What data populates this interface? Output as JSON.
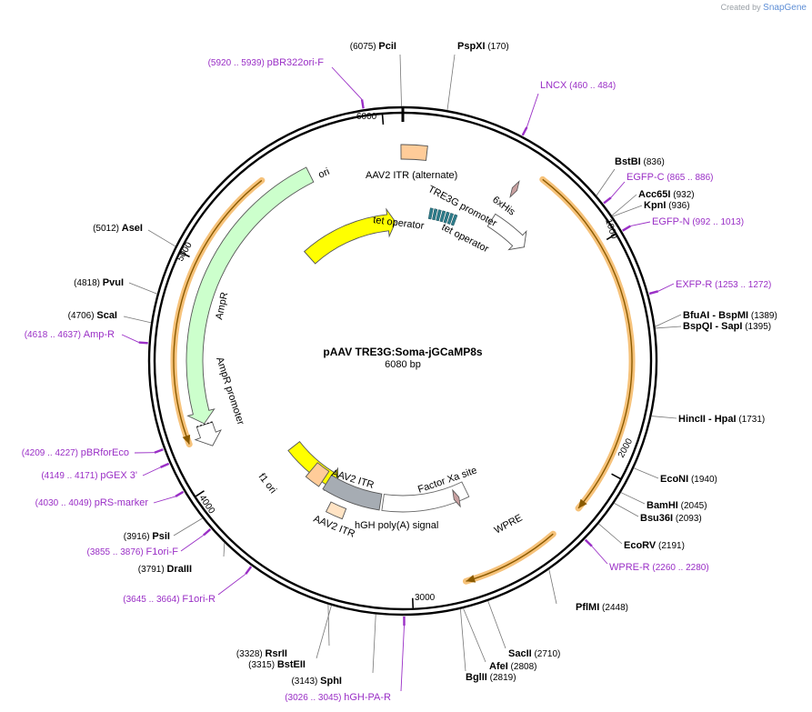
{
  "watermark": {
    "prefix": "Created by",
    "brand": "SnapGene"
  },
  "plasmid": {
    "name": "pAAV TRE3G:Soma-jGCaMP8s",
    "size_label": "6080 bp",
    "length": 6080
  },
  "ticks": [
    "1000",
    "2000",
    "3000",
    "4000",
    "5000",
    "6000"
  ],
  "sites": [
    {
      "name": "PciI",
      "pos": "(6075)"
    },
    {
      "name": "PspXI",
      "pos": "(170)"
    },
    {
      "name": "BstBI",
      "pos": "(836)"
    },
    {
      "name": "Acc65I",
      "pos": "(932)"
    },
    {
      "name": "KpnI",
      "pos": "(936)"
    },
    {
      "name": "BfuAI",
      "pos": "(1389)",
      "name2": "BspMI"
    },
    {
      "name": "BspQI",
      "pos": "(1395)",
      "name2": "SapI"
    },
    {
      "name": "HincII",
      "pos": "(1731)",
      "name2": "HpaI"
    },
    {
      "name": "EcoNI",
      "pos": "(1940)"
    },
    {
      "name": "BamHI",
      "pos": "(2045)"
    },
    {
      "name": "Bsu36I",
      "pos": "(2093)"
    },
    {
      "name": "EcoRV",
      "pos": "(2191)"
    },
    {
      "name": "PflMI",
      "pos": "(2448)"
    },
    {
      "name": "SacII",
      "pos": "(2710)"
    },
    {
      "name": "AfeI",
      "pos": "(2808)"
    },
    {
      "name": "BglII",
      "pos": "(2819)"
    },
    {
      "name": "RsrII",
      "pos": "(3328)"
    },
    {
      "name": "BstEII",
      "pos": "(3315)"
    },
    {
      "name": "SphI",
      "pos": "(3143)"
    },
    {
      "name": "DraIII",
      "pos": "(3791)"
    },
    {
      "name": "PsiI",
      "pos": "(3916)"
    },
    {
      "name": "ScaI",
      "pos": "(4706)"
    },
    {
      "name": "PvuI",
      "pos": "(4818)"
    },
    {
      "name": "AseI",
      "pos": "(5012)"
    }
  ],
  "primers": [
    {
      "name": "pBR322ori-F",
      "pos": "(5920 .. 5939)"
    },
    {
      "name": "LNCX",
      "pos": "(460 .. 484)"
    },
    {
      "name": "EGFP-C",
      "pos": "(865 .. 886)"
    },
    {
      "name": "EGFP-N",
      "pos": "(992 .. 1013)"
    },
    {
      "name": "EXFP-R",
      "pos": "(1253 .. 1272)"
    },
    {
      "name": "WPRE-R",
      "pos": "(2260 .. 2280)"
    },
    {
      "name": "hGH-PA-R",
      "pos": "(3026 .. 3045)"
    },
    {
      "name": "F1ori-R",
      "pos": "(3645 .. 3664)"
    },
    {
      "name": "F1ori-F",
      "pos": "(3855 .. 3876)"
    },
    {
      "name": "pRS-marker",
      "pos": "(4030 .. 4049)"
    },
    {
      "name": "pGEX 3'",
      "pos": "(4149 .. 4171)"
    },
    {
      "name": "pBRforEco",
      "pos": "(4209 .. 4227)"
    },
    {
      "name": "Amp-R",
      "pos": "(4618 .. 4637)"
    }
  ],
  "features": {
    "aav2_itr_alt": "AAV2 ITR (alternate)",
    "tre3g": "TRE3G promoter",
    "his": "6xHis",
    "tet_op_1": "tet operator",
    "tet_op_2": "tet operator",
    "ori": "ori",
    "ampr": "AmpR",
    "ampr_promoter": "AmpR promoter",
    "f1_ori": "f1 ori",
    "aav2_itr_1": "AAV2 ITR",
    "aav2_itr_2": "AAV2 ITR",
    "hgh": "hGH poly(A) signal",
    "factor_xa": "Factor Xa site",
    "wpre": "WPRE"
  },
  "colors": {
    "backbone": "#000000",
    "ori": "#ffff00",
    "ampr": "#ccffcc",
    "f1_ori": "#ffff00",
    "itr": "#ffcc99",
    "hgh": "#a6acb3",
    "tet_operator": "#2e7d8c",
    "orf_glow": "#f6c27a",
    "orf_arrow": "#8a5a00",
    "primer": "#9a2fc6",
    "factor_xa": "#c8a0a0"
  }
}
